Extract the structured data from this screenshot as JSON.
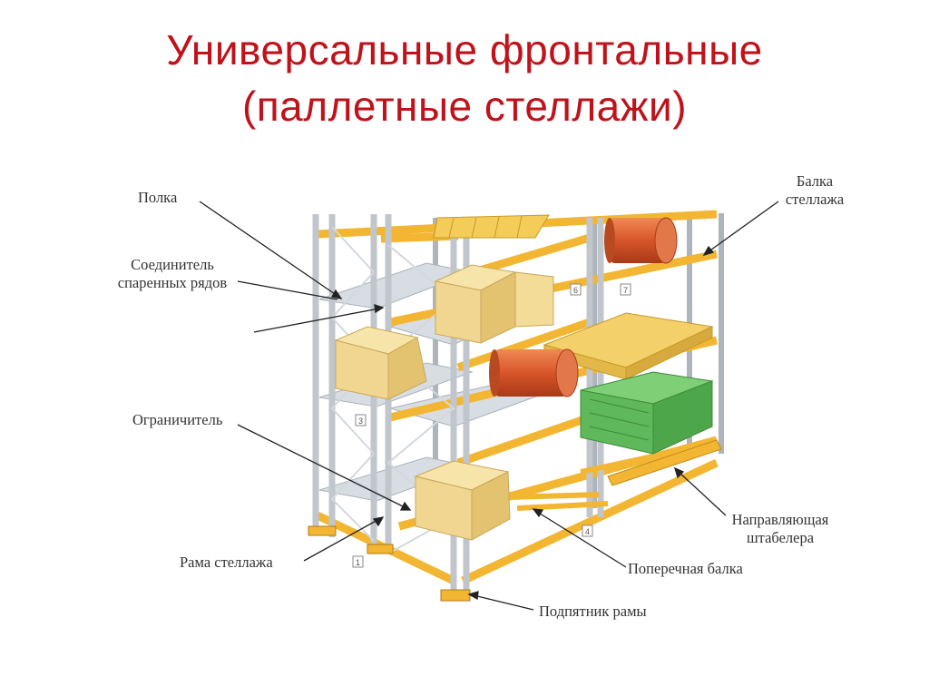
{
  "title": {
    "line1": "Универсальные фронтальные",
    "line2": "(паллетные стеллажи)"
  },
  "labels": {
    "shelf": "Полка",
    "connector_line1": "Соединитель",
    "connector_line2": "спаренных рядов",
    "limiter": "Ограничитель",
    "frame": "Рама стеллажа",
    "beam_line1": "Балка",
    "beam_line2": "стеллажа",
    "guide_line1": "Направляющая",
    "guide_line2": "штабелера",
    "cross_beam": "Поперечная балка",
    "footplate": "Подпятник рамы"
  },
  "markers": [
    "1",
    "3",
    "4",
    "6",
    "7"
  ],
  "colors": {
    "title": "#c0121a",
    "beam": "#f2b632",
    "upright": "#c9ced4",
    "box": "#f0d690",
    "barrel": "#d8552a",
    "green_load": "#5fb85a"
  }
}
